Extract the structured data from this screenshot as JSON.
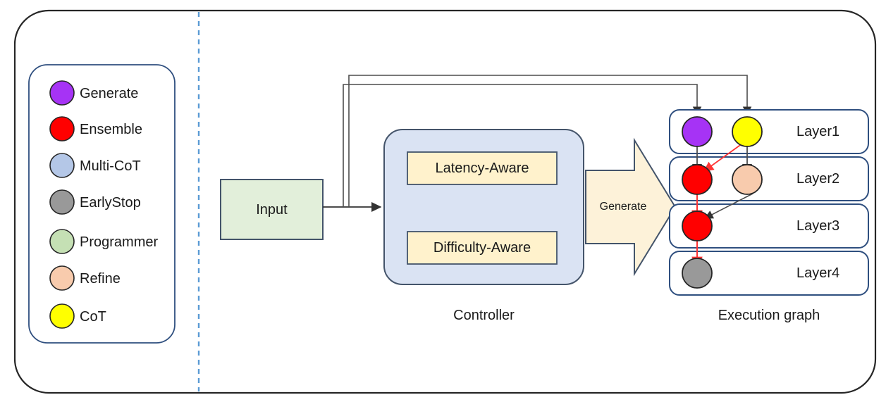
{
  "figure": {
    "outer_container_name": "framework-diagram",
    "divider": "vertical-dashed-separator"
  },
  "legend": {
    "title": "",
    "items": [
      {
        "label": "Generate",
        "color": "#a633f5",
        "icon": "legend-dot-generate"
      },
      {
        "label": "Ensemble",
        "color": "#ff0000",
        "icon": "legend-dot-ensemble"
      },
      {
        "label": "Multi-CoT",
        "color": "#b4c7e7",
        "icon": "legend-dot-multi-cot"
      },
      {
        "label": "EarlyStop",
        "color": "#999999",
        "icon": "legend-dot-earlystop"
      },
      {
        "label": "Programmer",
        "color": "#c5e0b4",
        "icon": "legend-dot-programmer"
      },
      {
        "label": "Refine",
        "color": "#f8cbad",
        "icon": "legend-dot-refine"
      },
      {
        "label": "CoT",
        "color": "#ffff00",
        "icon": "legend-dot-cot"
      }
    ]
  },
  "pipeline": {
    "input": {
      "label": "Input",
      "fill": "#e2efda",
      "stroke": "#44546a"
    },
    "controller": {
      "caption": "Controller",
      "fill": "#dae3f3",
      "stroke": "#44546a",
      "modules": [
        {
          "label": "Latency-Aware",
          "fill": "#fff2cc",
          "stroke": "#44546a"
        },
        {
          "label": "Difficulty-Aware",
          "fill": "#fff2cc",
          "stroke": "#44546a"
        }
      ]
    },
    "generate_arrow": {
      "label": "Generate",
      "fill": "#fdf2d9",
      "stroke": "#44546a"
    }
  },
  "execution_graph": {
    "caption": "Execution graph",
    "layers": [
      {
        "label": "Layer1",
        "nodes": [
          {
            "role": "Generate",
            "color": "#a633f5",
            "column": 1
          },
          {
            "role": "CoT",
            "color": "#ffff00",
            "column": 2
          }
        ]
      },
      {
        "label": "Layer2",
        "nodes": [
          {
            "role": "Ensemble",
            "color": "#ff0000",
            "column": 1
          },
          {
            "role": "Refine",
            "color": "#f8cbad",
            "column": 2
          }
        ]
      },
      {
        "label": "Layer3",
        "nodes": [
          {
            "role": "Ensemble",
            "color": "#ff0000",
            "column": 1
          }
        ]
      },
      {
        "label": "Layer4",
        "nodes": [
          {
            "role": "EarlyStop",
            "color": "#999999",
            "column": 1
          }
        ]
      }
    ],
    "edges": [
      {
        "from": "Layer1.Generate",
        "to": "Layer2.Ensemble",
        "color": "#4d4d4d",
        "style": "solid"
      },
      {
        "from": "Layer1.CoT",
        "to": "Layer2.Refine",
        "color": "#4d4d4d",
        "style": "solid"
      },
      {
        "from": "Layer1.CoT",
        "to": "Layer2.Ensemble",
        "color": "#ff3333",
        "style": "solid"
      },
      {
        "from": "Layer2.Ensemble",
        "to": "Layer3.Ensemble",
        "color": "#ff3333",
        "style": "solid"
      },
      {
        "from": "Layer2.Refine",
        "to": "Layer3.Ensemble",
        "color": "#4d4d4d",
        "style": "solid"
      },
      {
        "from": "Layer3.Ensemble",
        "to": "Layer4.EarlyStop",
        "color": "#ff3333",
        "style": "solid"
      }
    ],
    "feedback_edges": [
      {
        "from": "Controller",
        "to": "Layer1.Generate",
        "color": "#4d4d4d"
      },
      {
        "from": "Controller",
        "to": "Layer1.CoT",
        "color": "#4d4d4d"
      }
    ]
  },
  "colors": {
    "outer_border": "#262626",
    "panel_border": "#2f4f7f",
    "divider": "#5b9bd5",
    "edge_gray": "#4d4d4d",
    "edge_red": "#ff3333",
    "text": "#1a1a1a"
  }
}
